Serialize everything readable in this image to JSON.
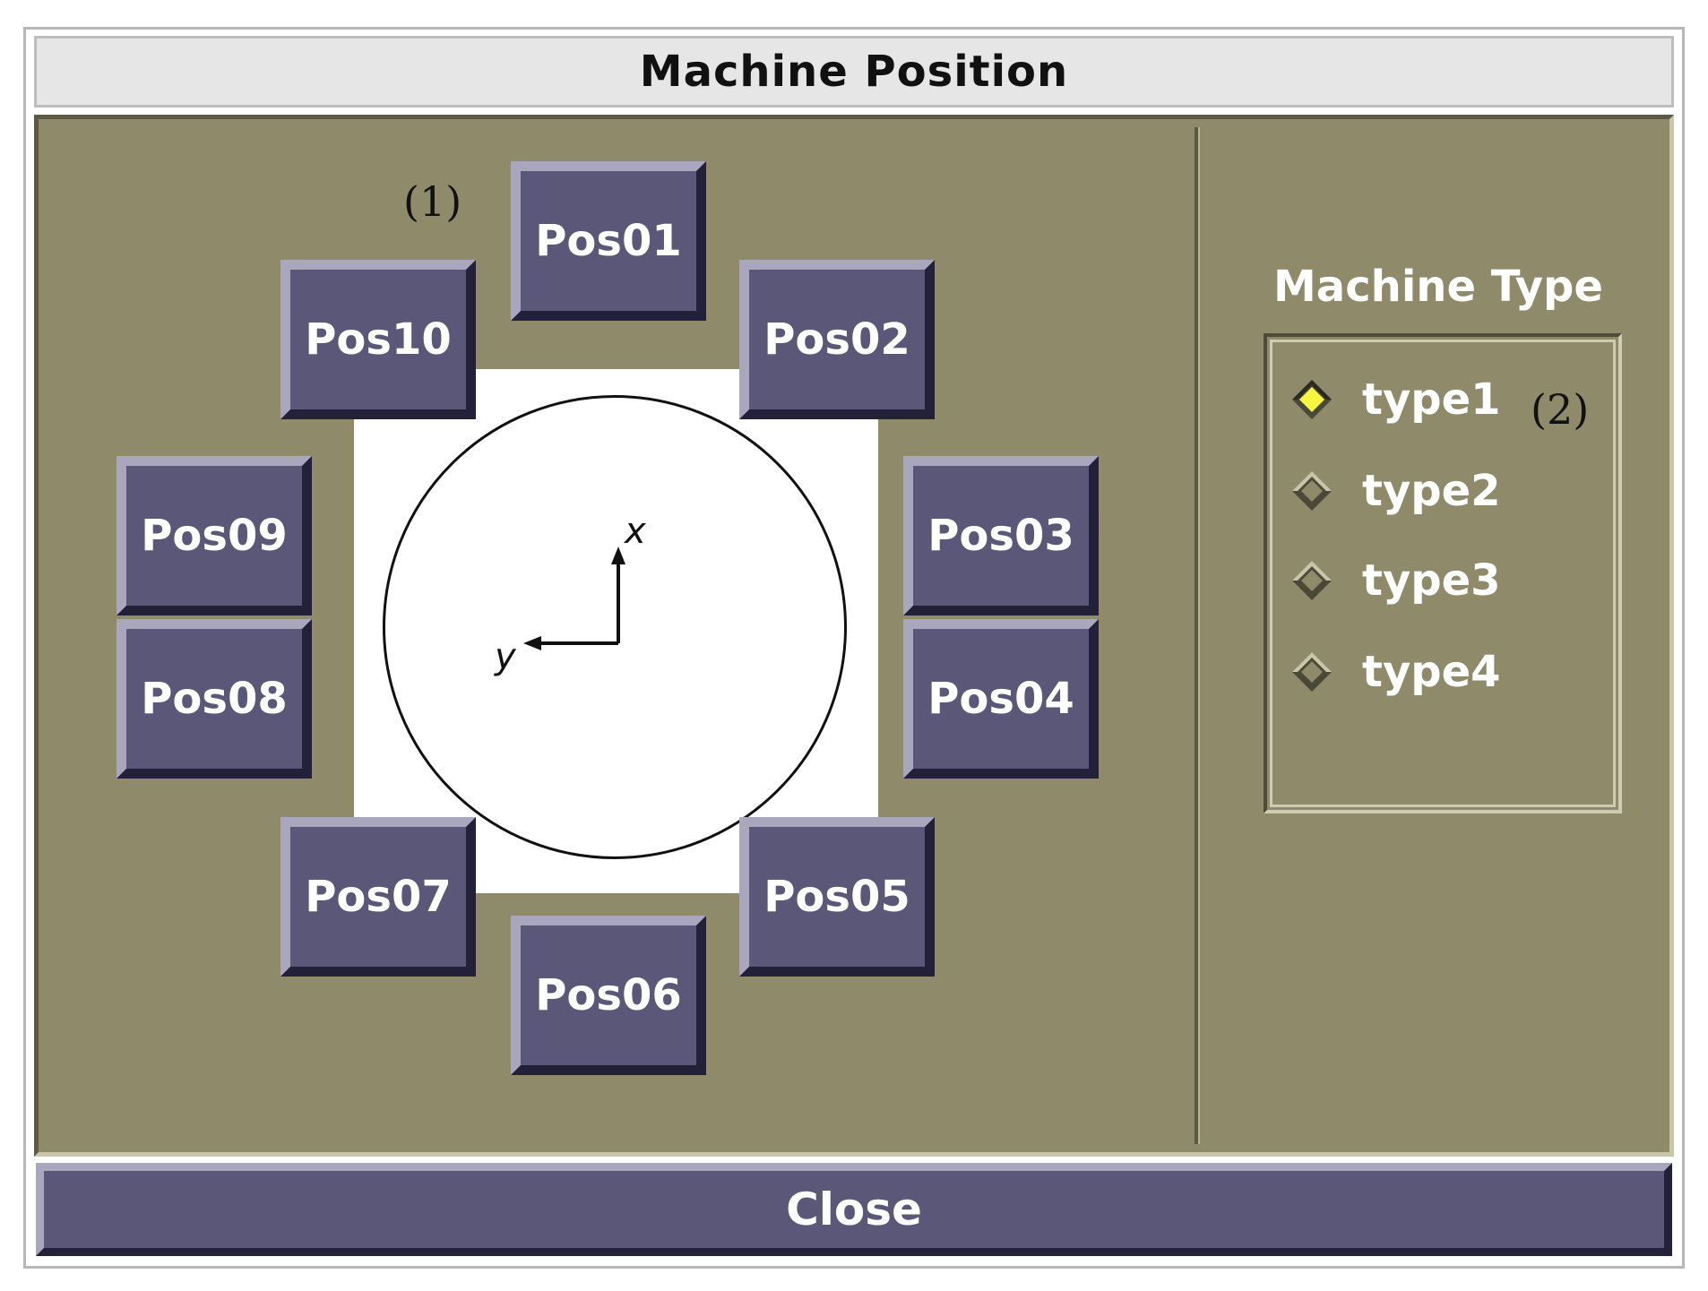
{
  "window": {
    "title": "Machine Position"
  },
  "positions": {
    "pos01": "Pos01",
    "pos02": "Pos02",
    "pos03": "Pos03",
    "pos04": "Pos04",
    "pos05": "Pos05",
    "pos06": "Pos06",
    "pos07": "Pos07",
    "pos08": "Pos08",
    "pos09": "Pos09",
    "pos10": "Pos10"
  },
  "annotations": {
    "first": "(1)",
    "second": "(2)"
  },
  "axes": {
    "x_label": "x",
    "y_label": "y"
  },
  "machine_type": {
    "title": "Machine Type",
    "options": [
      "type1",
      "type2",
      "type3",
      "type4"
    ],
    "selected": "type1"
  },
  "close_label": "Close",
  "colors": {
    "panel_bg": "#8e8a6a",
    "button_bg": "#5a5778",
    "selected_radio": "#f5f542"
  }
}
